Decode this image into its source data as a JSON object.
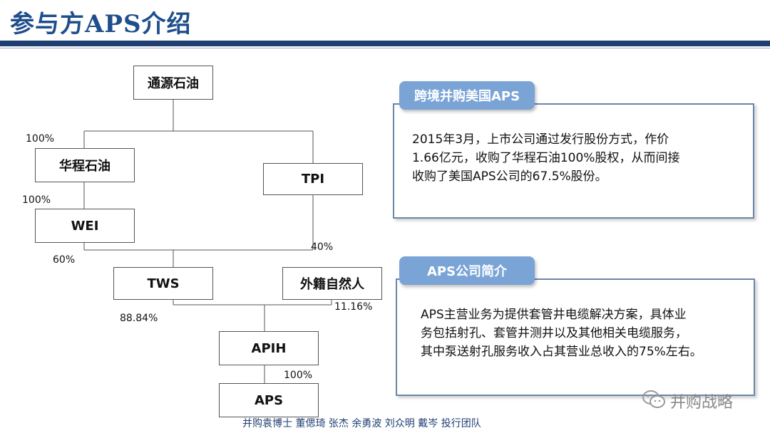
{
  "header": {
    "title": "参与方APS介绍"
  },
  "diagram": {
    "nodes": {
      "tongyuan": "通源石油",
      "huacheng": "华程石油",
      "tpi": "TPI",
      "wei": "WEI",
      "tws": "TWS",
      "waiji": "外籍自然人",
      "apih": "APIH",
      "aps": "APS"
    },
    "percents": {
      "tongyuan_huacheng": "100%",
      "huacheng_wei": "100%",
      "wei_tws": "60%",
      "tpi_tws": "40%",
      "tws_apih": "88.84%",
      "waiji_apih": "11.16%",
      "apih_aps": "100%"
    }
  },
  "panels": {
    "acquisition": {
      "tag": "跨境并购美国APS",
      "lines": [
        "2015年3月，上市公司通过发行股份方式，作价",
        "1.66亿元，收购了华程石油100%股权，从而间接",
        "收购了美国APS公司的67.5%股份。"
      ]
    },
    "intro": {
      "tag": "APS公司简介",
      "lines": [
        "APS主营业务为提供套管井电缆解决方案，具体业",
        "务包括射孔、套管井测井以及其他相关电缆服务，",
        "其中泵送射孔服务收入占其营业总收入的75%左右。"
      ]
    }
  },
  "footer": {
    "credits": "并购袁博士 董偲琦 张杰 余勇波 刘众明 戴岑 投行团队"
  },
  "brand": {
    "name": "并购战略",
    "icon": "wechat-icon"
  },
  "colors": {
    "title": "#1f4e8c",
    "bar": "#1f3f73",
    "tag": "#7aa4d6",
    "panel_border": "#6a86a8"
  }
}
